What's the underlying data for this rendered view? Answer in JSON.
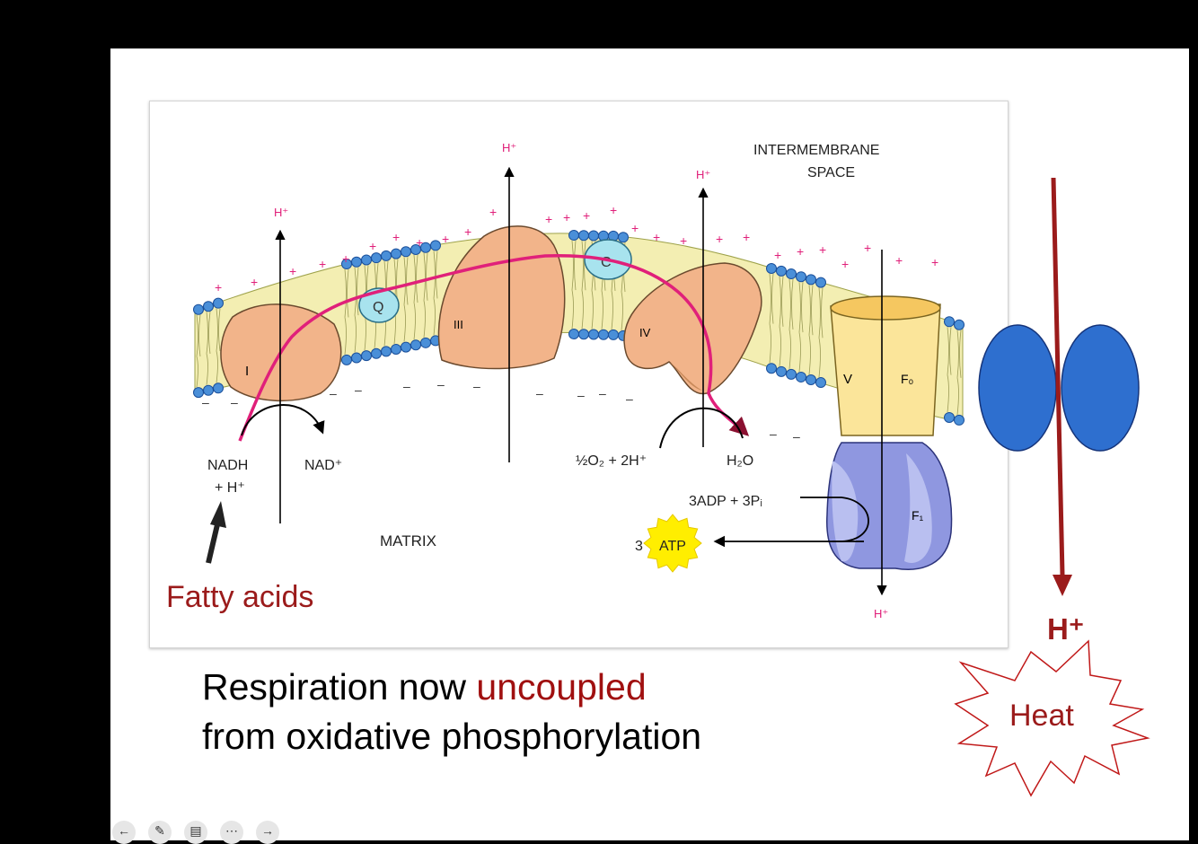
{
  "diagram": {
    "labels": {
      "intermembrane_line1": "INTERMEMBRANE",
      "intermembrane_line2": "SPACE",
      "matrix": "MATRIX",
      "h_plus": "H⁺",
      "nadh_line1": "NADH",
      "nadh_line2": "+ H⁺",
      "nad_plus": "NAD⁺",
      "oxygen_reaction": "½O₂ + 2H⁺",
      "water": "H₂O",
      "adp_reaction": "3ADP + 3Pᵢ",
      "atp_count": "3",
      "atp": "ATP",
      "complex_1": "I",
      "complex_3": "III",
      "complex_4": "IV",
      "complex_5": "V",
      "q": "Q",
      "c": "C",
      "f0": "F₀",
      "f1": "F₁"
    },
    "colors": {
      "complex": "#f2b48a",
      "electron_path": "#e0207a",
      "quinone": "#a8e3ee",
      "lipid_head": "#4a8fd8",
      "lipid_tail": "#f3eeb2",
      "atp_star": "#ffee00",
      "f0": "#fbe59a",
      "f1": "#8f97e0",
      "uncoupler": "#2e6fcf"
    }
  },
  "slide": {
    "fatty_acids": "Fatty acids",
    "caption_line1_before": "Respiration now ",
    "caption_highlight": "uncoupled",
    "caption_line2": "from oxidative phosphorylation",
    "uncoupler_h": "H⁺",
    "heat": "Heat"
  },
  "toolbar": {
    "icons": [
      "back-icon",
      "pen-icon",
      "captions-icon",
      "menu-icon",
      "forward-icon"
    ]
  }
}
